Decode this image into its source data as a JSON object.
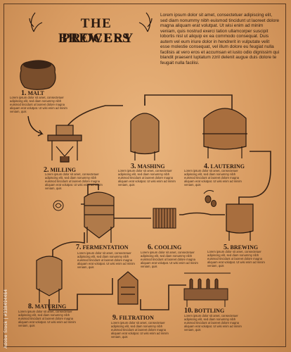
{
  "title_line1": "THE BREWERY",
  "title_line2": "PROCESS",
  "intro_text": "Lorem ipsum dolor sit amet, consectetuer adipiscing elit, sed diam nonummy nibh euismod tincidunt ut laoreet dolore magna aliquam erat volutpat. Ut wisi enim ad minim veniam, quis nostrud exerci tation ullamcorper suscipit lobortis nisl ut aliquip ex ea commodo consequat. Duis autem vel eum iriure dolor in hendrerit in vulputate velit esse molestie consequat, vel illum dolore eu feugiat nulla facilisis at vero eros et accumsan et iusto odio dignissim qui blandit praesent luptatum zzril delenit augue duis dolore te feugait nulla facilisi.",
  "step_text": "Lorem ipsum dolor sit amet, consectetuer adipiscing elit, sed diam nonummy nibh euismod tincidunt ut laoreet dolore magna aliquam erat volutpat. Ut wisi enim ad minim veniam, quis",
  "steps": [
    {
      "num": "1.",
      "label": "MALT"
    },
    {
      "num": "2.",
      "label": "MILLING"
    },
    {
      "num": "3.",
      "label": "MASHING"
    },
    {
      "num": "4.",
      "label": "LAUTERING"
    },
    {
      "num": "5.",
      "label": "BREWING"
    },
    {
      "num": "6.",
      "label": "COOLING"
    },
    {
      "num": "7.",
      "label": "FERMENTATION"
    },
    {
      "num": "8.",
      "label": "MATURING"
    },
    {
      "num": "9.",
      "label": "FILTRATION"
    },
    {
      "num": "10.",
      "label": "BOTTLING"
    }
  ],
  "watermark": "Adobe Stock | #338494464",
  "colors": {
    "ink": "#2b1a10",
    "paper": "#d99c62",
    "pipe": "#3a2416"
  }
}
